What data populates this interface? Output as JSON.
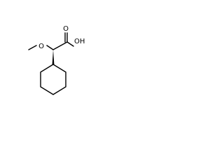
{
  "molecule": {
    "labels": {
      "methoxy_oxygen": "O",
      "hydroxyl": "OH",
      "carbonyl_oxygen": "O"
    }
  }
}
